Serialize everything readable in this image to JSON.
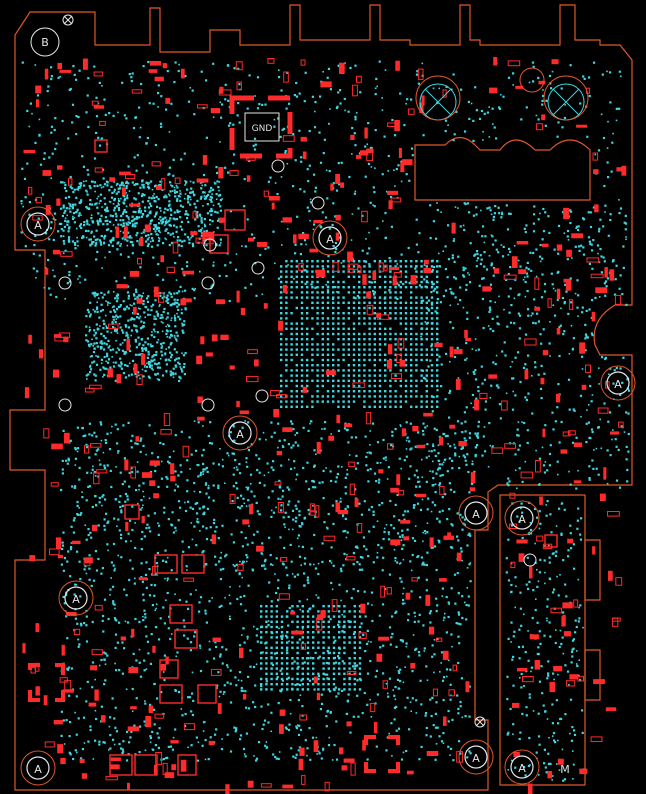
{
  "board": {
    "gnd_label": "GND",
    "mounting_hole_glyph": "A",
    "bottom_right_mark": "M",
    "top_left_mark": "B"
  },
  "colors": {
    "background": "#000000",
    "outline": "#e0572a",
    "via": "#3fd6e0",
    "pad": "#ff2a2a",
    "silk": "#e6e6e6"
  },
  "icons": {
    "mounting_hole": "circle-a-icon",
    "fiducial": "circle-x-icon"
  }
}
